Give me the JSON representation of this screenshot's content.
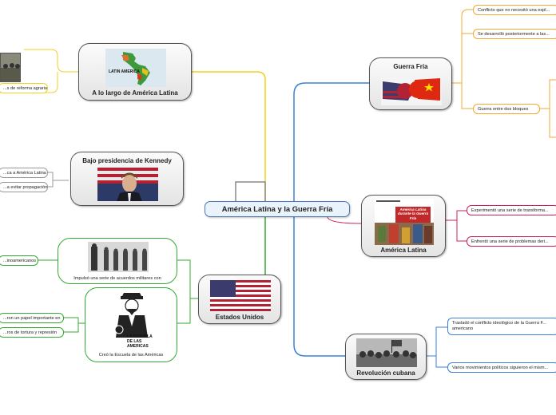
{
  "central": "América Latina y la Guerra Fría",
  "latin_america_branch": {
    "title": "A lo largo de América Latina",
    "map_label": "LATIN AMERICA",
    "leaf": "...s de reforma agraria"
  },
  "kennedy_branch": {
    "title": "Bajo presidencia de Kennedy",
    "leaves": [
      "...ca a América Latina",
      "...a evitar propagación"
    ]
  },
  "usa_branch": {
    "title": "Estados Unidos",
    "sub1_caption": "Impulsó una serie de acuerdos militares con",
    "sub1_leaf": "...inoamericanos",
    "sub2_caption": "Creó la Escuela de las Américas",
    "sub2_poster_text": "LA ESCUELA DE LAS AMERICAS",
    "sub2_leaves": [
      "...ron un papel importante en",
      "...ros de tortura y represión"
    ]
  },
  "cold_war_branch": {
    "title": "Guerra Fría",
    "leaves": [
      "Conflicto que no necesitó una expl...",
      "Se desarrolló posteriormente a las...",
      "Guerra entre dos bloques"
    ]
  },
  "america_latina_branch": {
    "title": "América Latina",
    "book_title": "América Latina durante la Guerra Fría",
    "leaves": [
      "Experimentó una serie de transforma...",
      "Enfrentó una serie de problemas deri..."
    ]
  },
  "cuba_branch": {
    "title": "Revolución cubana",
    "leaves": [
      "Trasladó el conflicto ideológico de la Guerra F... americano",
      "Varios movimientos políticos siguieron el mism..."
    ]
  },
  "colors": {
    "yellow": "#f0d020",
    "gray": "#888888",
    "green": "#33aa33",
    "blue": "#3a80d8",
    "orange": "#f0a830",
    "red": "#cc2255"
  }
}
